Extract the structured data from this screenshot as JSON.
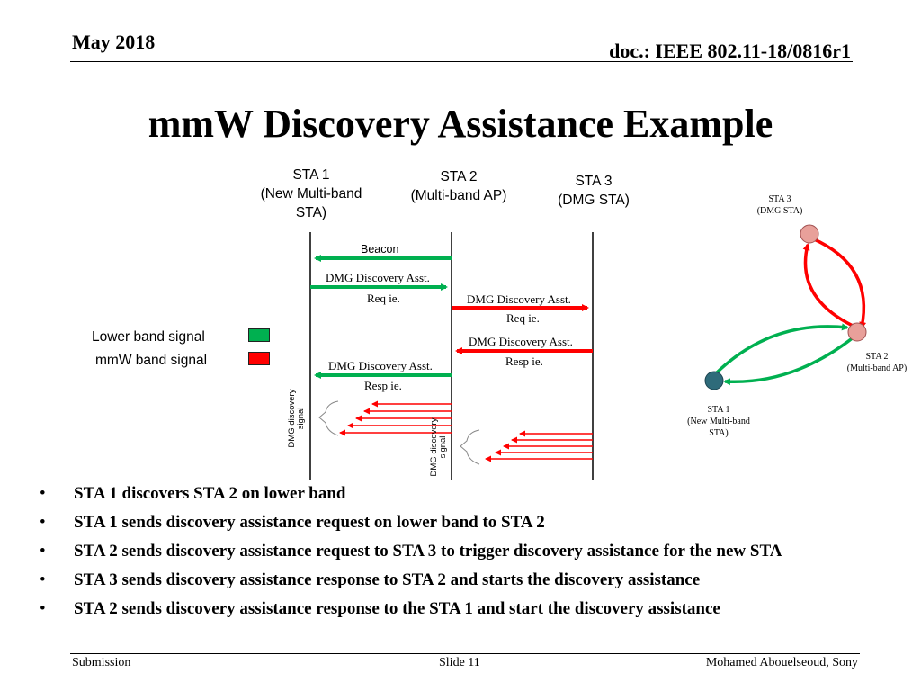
{
  "header": {
    "date": "May 2018",
    "doc": "doc.: IEEE 802.11-18/0816r1"
  },
  "title": "mmW Discovery Assistance Example",
  "stations": {
    "sta1": [
      "STA 1",
      "(New Multi-band",
      "STA)"
    ],
    "sta2": [
      "STA 2",
      "(Multi-band AP)"
    ],
    "sta3": [
      "STA 3",
      "(DMG STA)"
    ]
  },
  "legend": {
    "lower": "Lower band signal",
    "mmw": "mmW band signal",
    "lower_color": "#00b050",
    "mmw_color": "#ff0000"
  },
  "messages": {
    "beacon": "Beacon",
    "req1_line1": "DMG Discovery Asst.",
    "req1_line2": "Req ie.",
    "req2_line1": "DMG Discovery Asst.",
    "req2_line2": "Req ie.",
    "resp3_line1": "DMG Discovery Asst.",
    "resp3_line2": "Resp ie.",
    "resp1_line1": "DMG Discovery Asst.",
    "resp1_line2": "Resp ie.",
    "disc_signal_line1": "DMG discovery",
    "disc_signal_line2": "signal"
  },
  "topology": {
    "sta3": [
      "STA 3",
      "(DMG STA)"
    ],
    "sta2": [
      "STA 2",
      "(Multi-band AP)"
    ],
    "sta1": [
      "STA 1",
      "(New Multi-band",
      "STA)"
    ],
    "node_sta3_color": "#e8a09a",
    "node_sta2_color": "#e8a09a",
    "node_sta1_color": "#2e6b7a"
  },
  "bullets": [
    "STA 1 discovers STA 2 on lower band",
    "STA 1 sends discovery assistance request on lower band to STA 2",
    "STA 2 sends discovery assistance request to STA 3 to trigger discovery assistance for the new STA",
    "STA 3 sends discovery assistance response to STA 2 and starts the discovery assistance",
    "STA 2 sends discovery assistance response to the STA 1 and start the discovery assistance"
  ],
  "footer": {
    "left": "Submission",
    "center": "Slide 11",
    "right": "Mohamed Abouelseoud, Sony"
  }
}
